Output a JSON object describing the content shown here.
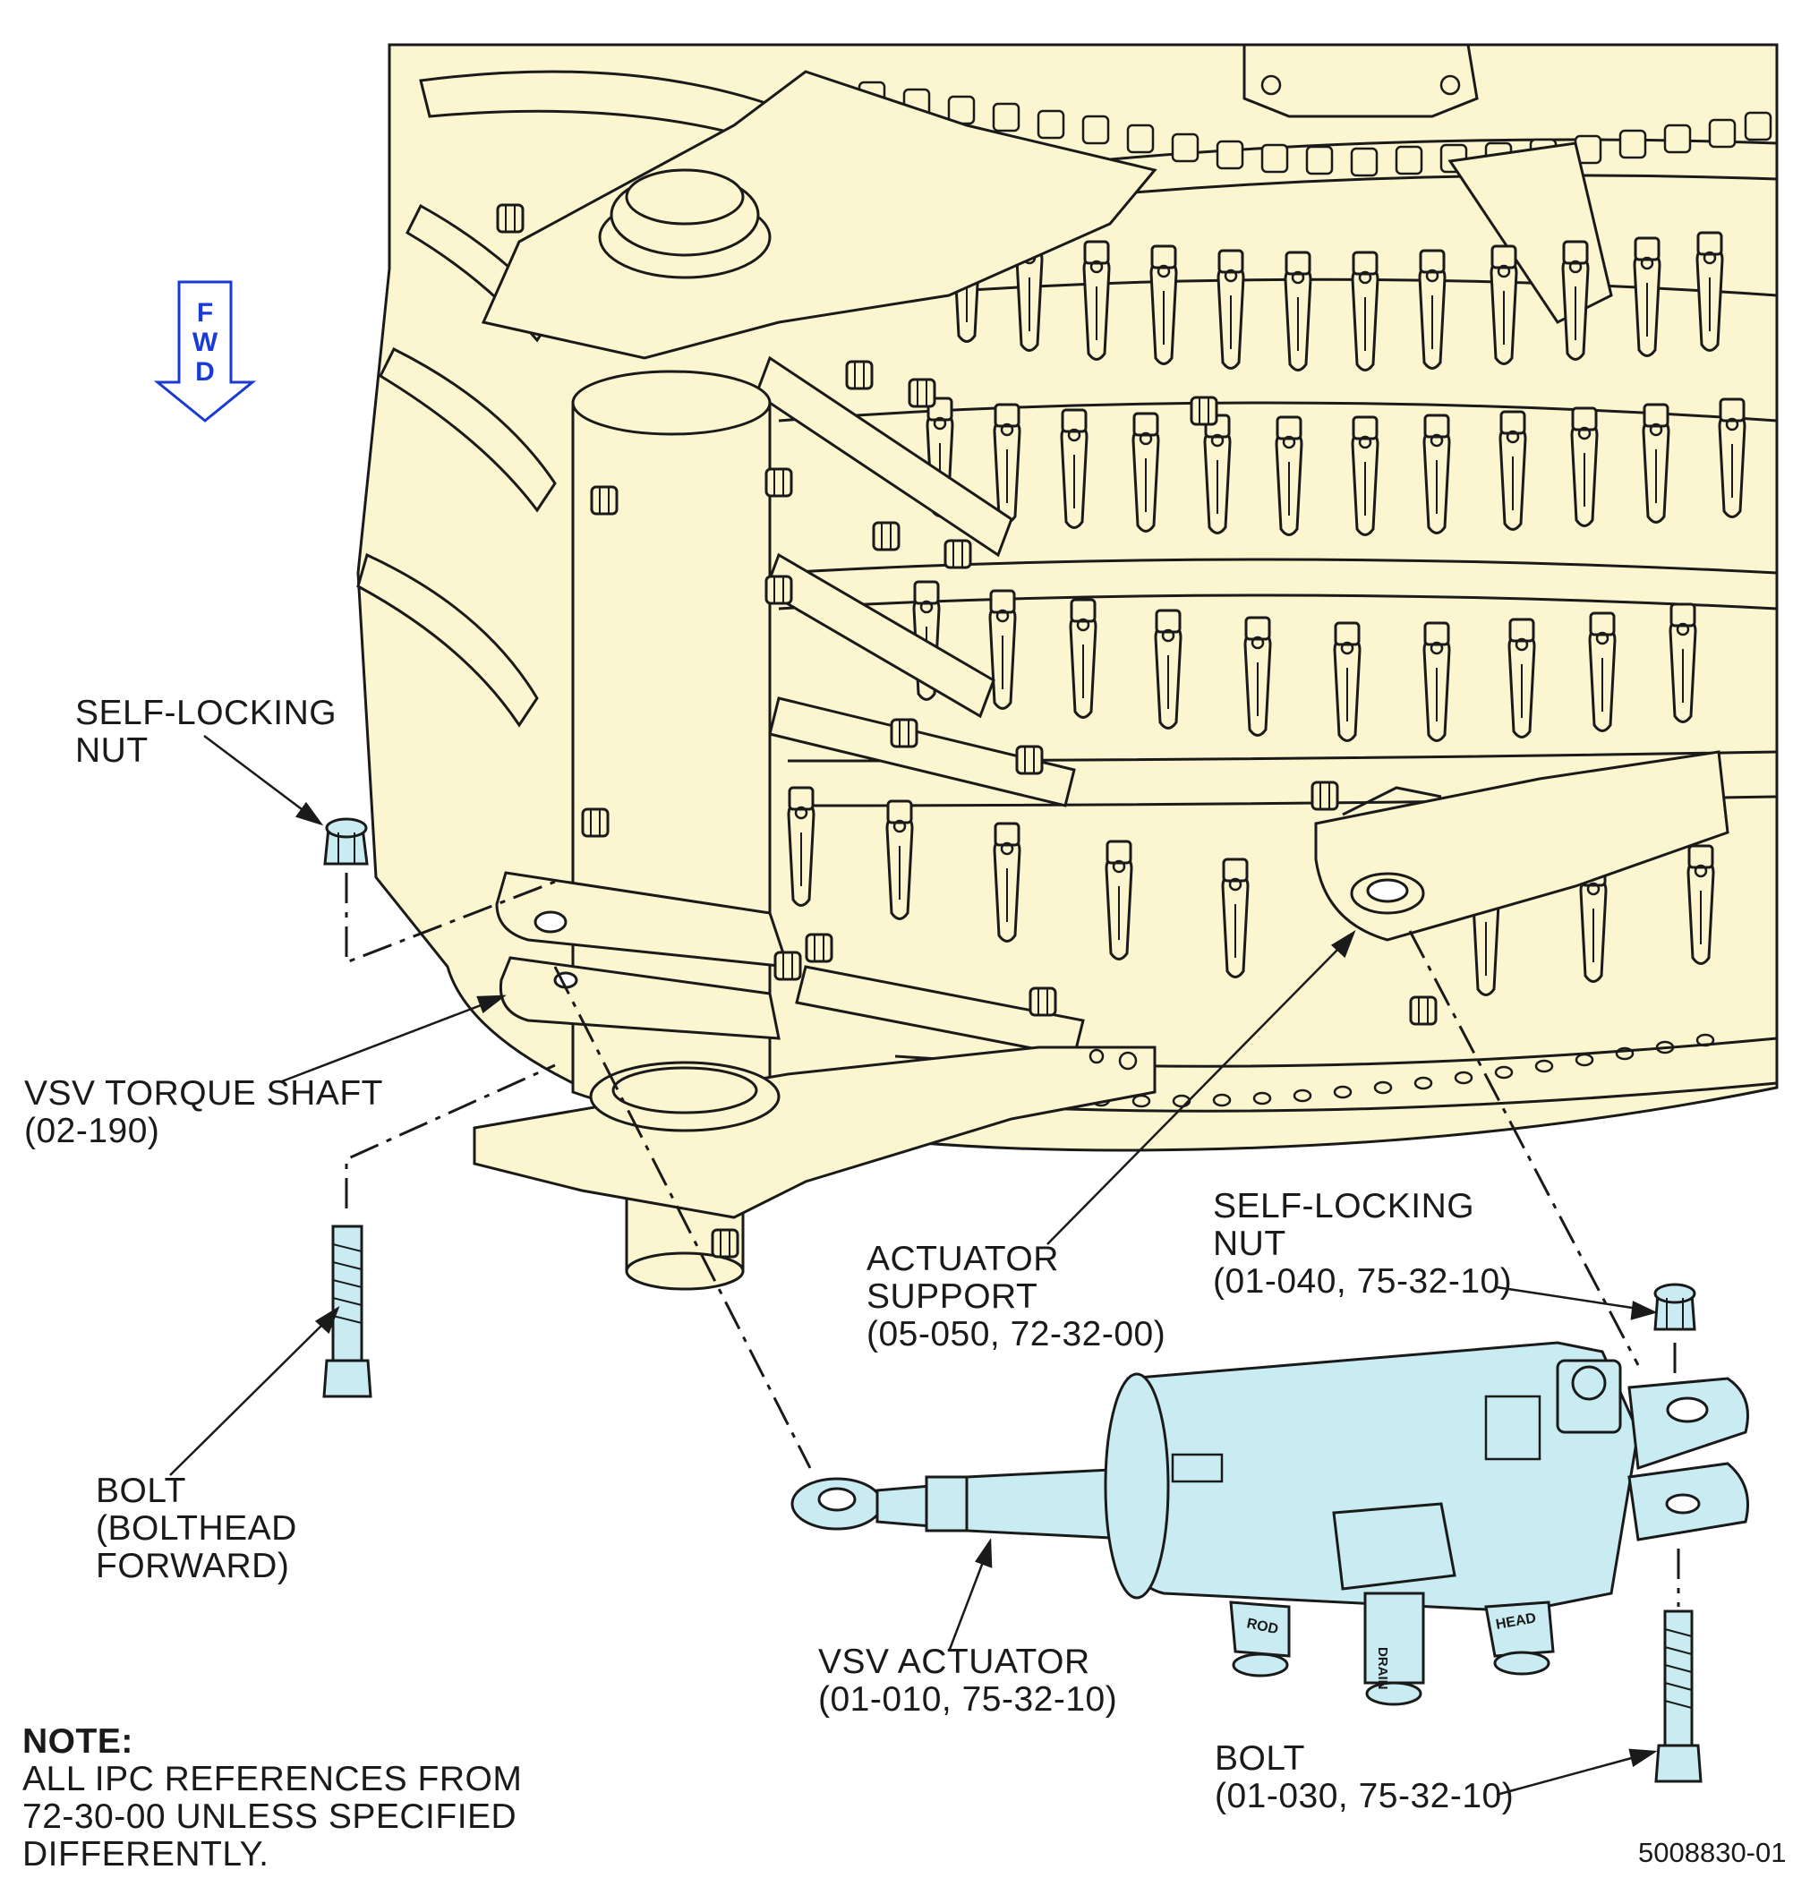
{
  "labels": {
    "nut_left": [
      "SELF-LOCKING",
      "NUT"
    ],
    "torque_shaft": [
      "VSV TORQUE SHAFT",
      "(02-190)"
    ],
    "bolt_left": [
      "BOLT",
      "(BOLTHEAD",
      "FORWARD)"
    ],
    "actuator_support": [
      "ACTUATOR",
      "SUPPORT",
      "(05-050, 72-32-00)"
    ],
    "nut_right": [
      "SELF-LOCKING",
      "NUT",
      "(01-040, 75-32-10)"
    ],
    "vsv_actuator": [
      "VSV ACTUATOR",
      "(01-010, 75-32-10)"
    ],
    "bolt_right": [
      "BOLT",
      "(01-030, 75-32-10)"
    ]
  },
  "port_labels": {
    "rod": "ROD",
    "drain": "DRAIN",
    "head": "HEAD"
  },
  "fwd_arrow": {
    "letters": [
      "F",
      "W",
      "D"
    ],
    "color": "#1a3ad6"
  },
  "note": {
    "heading": "NOTE:",
    "lines": [
      "ALL IPC REFERENCES FROM",
      "72-30-00 UNLESS SPECIFIED",
      "DIFFERENTLY."
    ]
  },
  "figure_number": "5008830-01",
  "colors": {
    "engine_fill": "#fbf6cf",
    "actuator_fill": "#c9ecf3",
    "line": "#1a1a1a"
  }
}
